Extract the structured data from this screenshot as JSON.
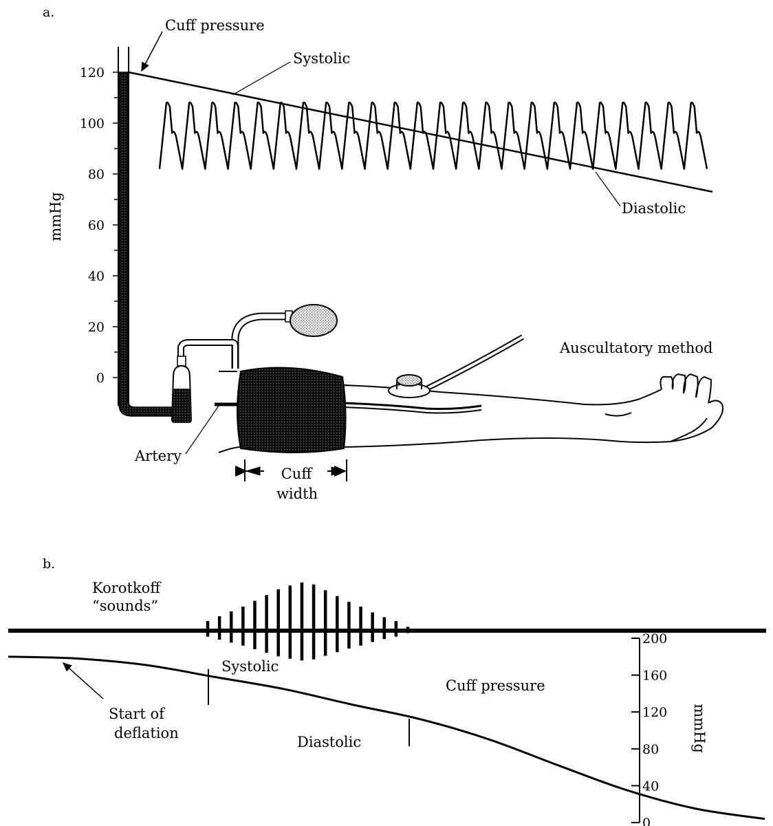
{
  "panel_a": {
    "letter": "a.",
    "y_axis_label": "mmHg",
    "y_ticks": [
      "120",
      "100",
      "80",
      "60",
      "40",
      "20",
      "0"
    ],
    "y_tick_values": [
      120,
      100,
      80,
      60,
      40,
      20,
      0
    ],
    "cuff_pressure_label": "Cuff pressure",
    "systolic_label": "Systolic",
    "diastolic_label": "Diastolic",
    "method_label": "Auscultatory method",
    "artery_label": "Artery",
    "cuff_width_label_1": "Cuff",
    "cuff_width_label_2": "width",
    "cuff_pressure_start_mmhg": 120,
    "cuff_pressure_end_mmhg": 73,
    "arterial_wave_peak_mmhg": 108,
    "arterial_wave_trough_mmhg": 82,
    "wave_cycles": 24
  },
  "panel_b": {
    "letter": "b.",
    "korotkoff_label_1": "Korotkoff",
    "korotkoff_label_2": "“sounds”",
    "systolic_label": "Systolic",
    "diastolic_label": "Diastolic",
    "cuff_pressure_label": "Cuff pressure",
    "start_label_1": "Start of",
    "start_label_2": "deflation",
    "y_axis_label": "mmHg",
    "y_ticks": [
      "200",
      "160",
      "120",
      "80",
      "40",
      "0"
    ],
    "y_tick_values": [
      200,
      160,
      120,
      80,
      40,
      0
    ],
    "sound_amplitudes": [
      0.2,
      0.3,
      0.4,
      0.5,
      0.62,
      0.74,
      0.86,
      0.94,
      1.0,
      0.96,
      0.84,
      0.72,
      0.6,
      0.5,
      0.38,
      0.28,
      0.2,
      0.08
    ],
    "curve_pressure_mmhg": [
      180,
      178,
      171,
      158,
      145,
      128,
      112,
      90,
      62,
      35,
      15,
      4
    ]
  }
}
